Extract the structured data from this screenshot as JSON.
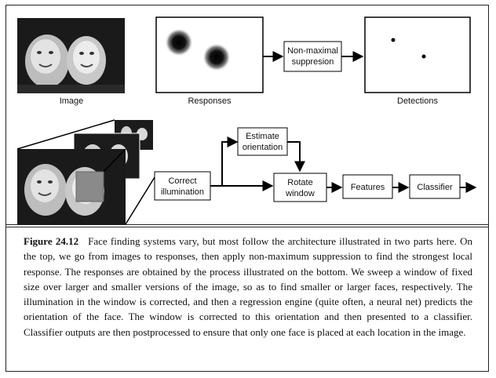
{
  "top_row": {
    "image_label": "Image",
    "responses_label": "Responses",
    "nonmax_line1": "Non-maximal",
    "nonmax_line2": "suppresion",
    "detections_label": "Detections"
  },
  "bottom_row": {
    "correct_line1": "Correct",
    "correct_line2": "illumination",
    "estimate_line1": "Estimate",
    "estimate_line2": "orientation",
    "rotate_line1": "Rotate",
    "rotate_line2": "window",
    "features_label": "Features",
    "classifier_label": "Classifier"
  },
  "caption": {
    "figure_number": "Figure 24.12",
    "text": "Face finding systems vary, but most follow the architecture illustrated in two parts here. On the top, we go from images to responses, then apply non-maximum suppression to find the strongest local response. The responses are obtained by the process illustrated on the bottom. We sweep a window of fixed size over larger and smaller versions of the image, so as to find smaller or larger faces, respectively. The illumination in the window is corrected, and then a regression engine (quite often, a neural net) predicts the orientation of the face. The window is corrected to this orientation and then presented to a classifier. Classifier outputs are then postprocessed to ensure that only one face is placed at each location in the image."
  }
}
